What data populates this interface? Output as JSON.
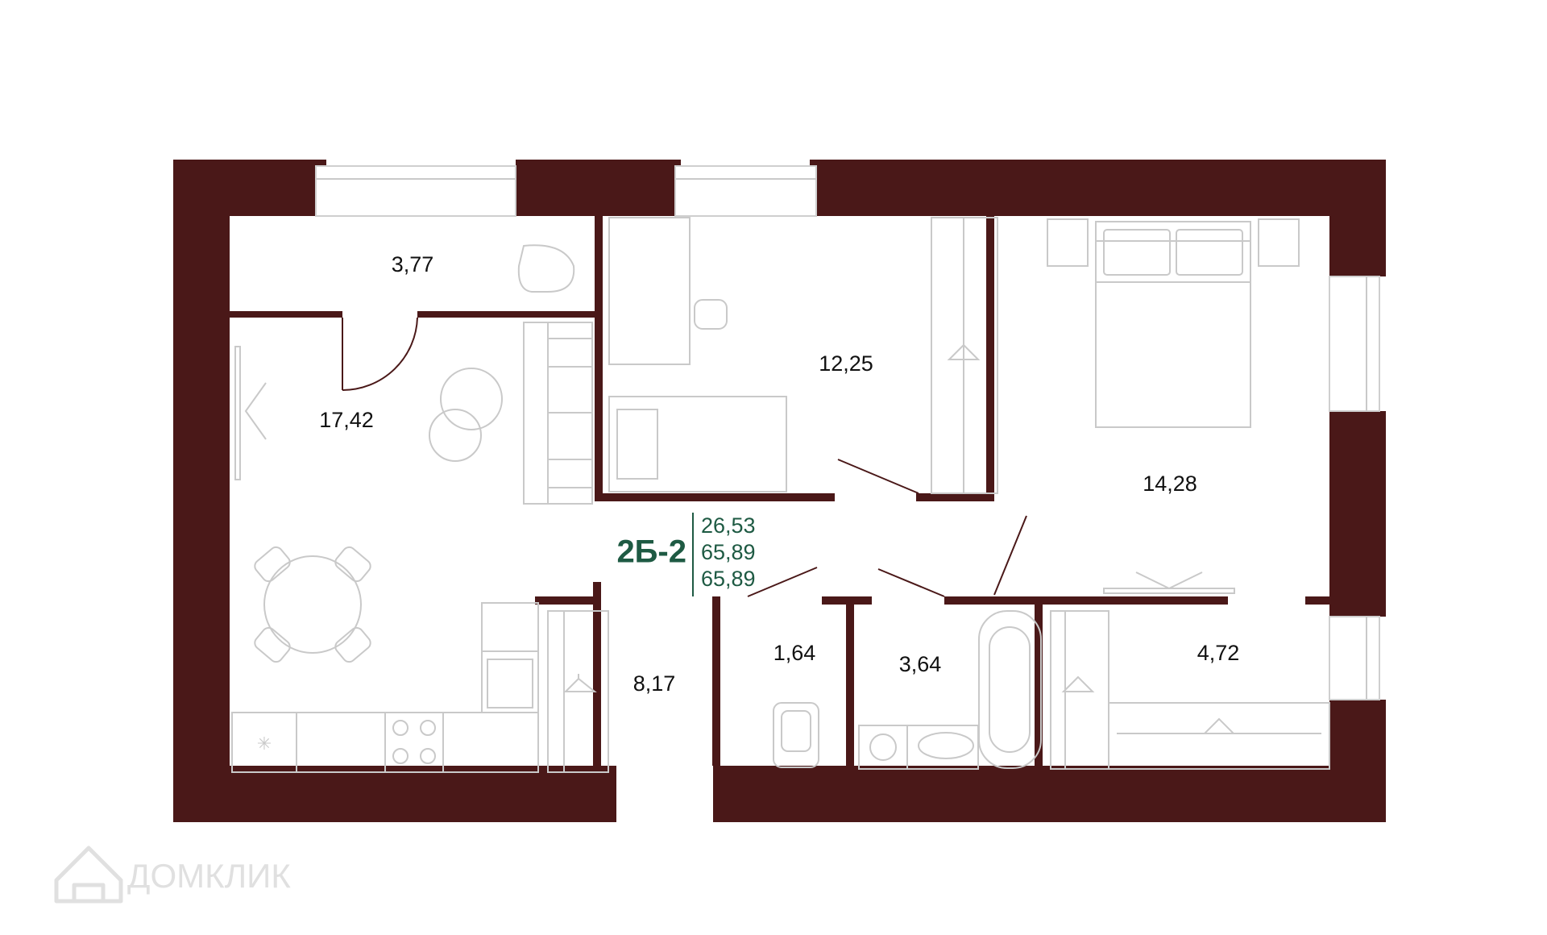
{
  "apartment": {
    "code": "2Б-2",
    "areas": [
      "26,53",
      "65,89",
      "65,89"
    ],
    "code_color": "#1e5a43"
  },
  "rooms": {
    "balcony": "3,77",
    "living_kitchen": "17,42",
    "bedroom_small": "12,25",
    "bedroom_main": "14,28",
    "hallway": "8,17",
    "wc": "1,64",
    "bathroom": "3,64",
    "wardrobe": "4,72"
  },
  "watermark": {
    "text": "ДОМКЛИК",
    "icon": "house-icon"
  },
  "colors": {
    "wall": "#4a1818",
    "furniture": "#c9c9c9"
  }
}
